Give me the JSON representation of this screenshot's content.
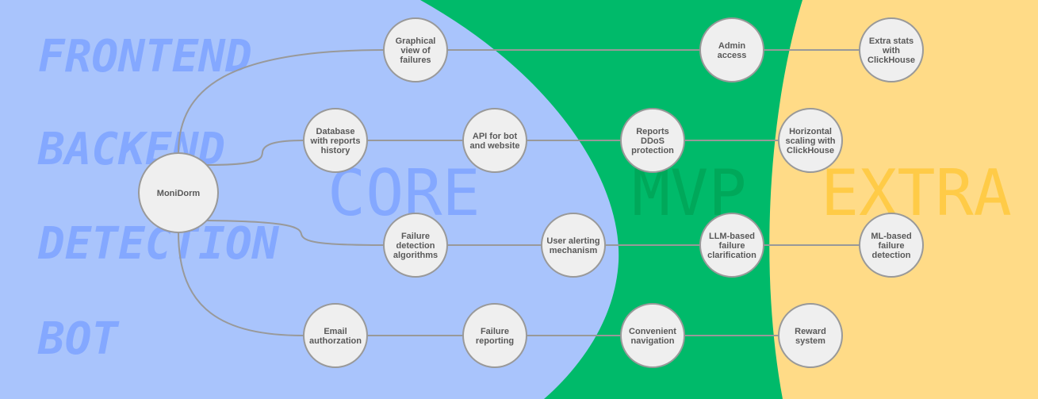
{
  "lanes": [
    "FRONTEND",
    "BACKEND",
    "DETECTION",
    "BOT"
  ],
  "zones": {
    "core": "CORE",
    "mvp": "MVP",
    "extra": "EXTRA"
  },
  "colors": {
    "core_bg": "#A9C4FC",
    "mvp_bg": "#00BA6A",
    "extra_bg": "#FFDB87",
    "core_text": "#84A8FF",
    "mvp_text": "#00A85A",
    "extra_text": "#FFCB47"
  },
  "root": {
    "id": "root",
    "lines": [
      "MoniDorm"
    ]
  },
  "nodes": [
    {
      "id": "graphical-view",
      "lines": [
        "Graphical",
        "view of",
        "failures"
      ]
    },
    {
      "id": "admin-access",
      "lines": [
        "Admin",
        "access"
      ]
    },
    {
      "id": "extra-stats",
      "lines": [
        "Extra stats",
        "with",
        "ClickHouse"
      ]
    },
    {
      "id": "database",
      "lines": [
        "Database",
        "with reports",
        "history"
      ]
    },
    {
      "id": "api",
      "lines": [
        "API for bot",
        "and website"
      ]
    },
    {
      "id": "ddos",
      "lines": [
        "Reports",
        "DDoS",
        "protection"
      ]
    },
    {
      "id": "horizontal-scaling",
      "lines": [
        "Horizontal",
        "scaling with",
        "ClickHouse"
      ]
    },
    {
      "id": "failure-detection",
      "lines": [
        "Failure",
        "detection",
        "algorithms"
      ]
    },
    {
      "id": "user-alerting",
      "lines": [
        "User alerting",
        "mechanism"
      ]
    },
    {
      "id": "llm-clarification",
      "lines": [
        "LLM-based",
        "failure",
        "clarification"
      ]
    },
    {
      "id": "ml-detection",
      "lines": [
        "ML-based",
        "failure",
        "detection"
      ]
    },
    {
      "id": "email-auth",
      "lines": [
        "Email",
        "authorzation"
      ]
    },
    {
      "id": "failure-reporting",
      "lines": [
        "Failure",
        "reporting"
      ]
    },
    {
      "id": "convenient-navigation",
      "lines": [
        "Convenient",
        "navigation"
      ]
    },
    {
      "id": "reward-system",
      "lines": [
        "Reward",
        "system"
      ]
    }
  ]
}
